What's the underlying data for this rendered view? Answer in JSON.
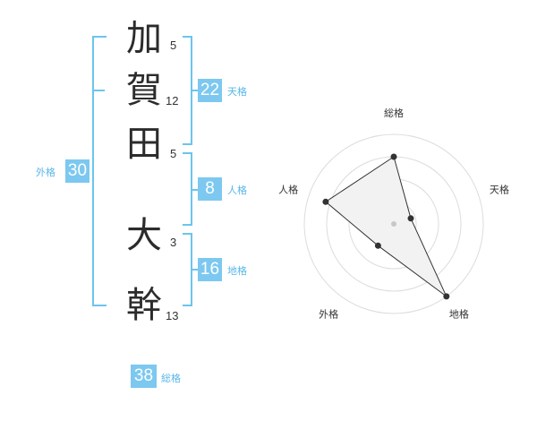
{
  "name": {
    "chars": [
      {
        "char": "加",
        "strokes": "5"
      },
      {
        "char": "賀",
        "strokes": "12"
      },
      {
        "char": "田",
        "strokes": "5"
      },
      {
        "char": "大",
        "strokes": "3"
      },
      {
        "char": "幹",
        "strokes": "13"
      }
    ]
  },
  "fortunes": {
    "tenkaku": {
      "value": "22",
      "label": "天格"
    },
    "jinkaku": {
      "value": "8",
      "label": "人格"
    },
    "chikaku": {
      "value": "16",
      "label": "地格"
    },
    "gaikaku": {
      "value": "30",
      "label": "外格"
    },
    "soukaku": {
      "value": "38",
      "label": "総格"
    }
  },
  "colors": {
    "accent": "#7cc8f0",
    "bracket": "#6cc4ef",
    "label": "#58b7e8"
  },
  "chart_data": {
    "type": "radar",
    "axes": [
      "総格",
      "天格",
      "地格",
      "外格",
      "人格"
    ],
    "values": [
      0.75,
      0.2,
      1.0,
      0.3,
      0.8
    ],
    "rings": 4,
    "range": [
      0,
      1
    ]
  }
}
